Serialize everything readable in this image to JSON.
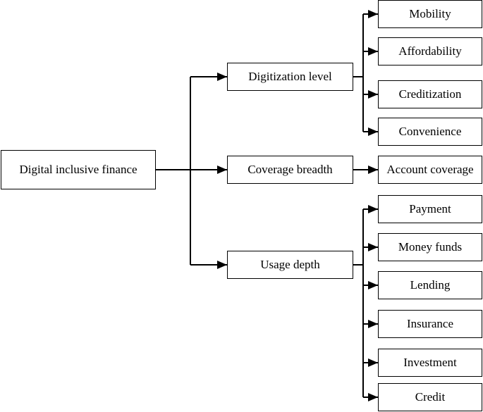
{
  "diagram": {
    "root": "Digital inclusive finance",
    "categories": [
      {
        "label": "Digitization level",
        "items": [
          "Mobility",
          "Affordability",
          "Creditization",
          "Convenience"
        ]
      },
      {
        "label": "Coverage breadth",
        "items": [
          "Account coverage"
        ]
      },
      {
        "label": "Usage depth",
        "items": [
          "Payment",
          "Money funds",
          "Lending",
          "Insurance",
          "Investment",
          "Credit"
        ]
      }
    ],
    "colors": {
      "stroke": "#000000",
      "background": "#ffffff",
      "text": "#000000"
    }
  }
}
